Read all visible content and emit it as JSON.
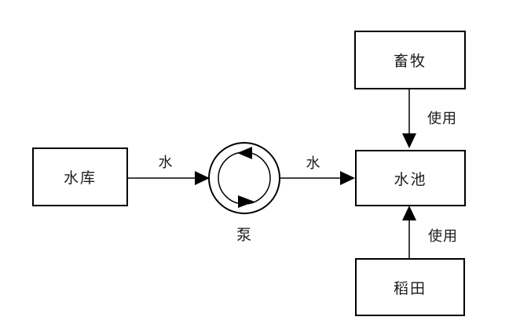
{
  "diagram": {
    "title": "water-supply-flow-diagram",
    "nodes": {
      "reservoir": {
        "label": "水库",
        "shape": "rectangle"
      },
      "pump": {
        "label": "泵",
        "shape": "double-circle-pump-symbol"
      },
      "pool": {
        "label": "水池",
        "shape": "rectangle"
      },
      "livestock": {
        "label": "畜牧",
        "shape": "rectangle"
      },
      "paddy": {
        "label": "稻田",
        "shape": "rectangle"
      }
    },
    "edges": {
      "reservoir_to_pump": {
        "label": "水",
        "from": "reservoir",
        "to": "pump",
        "direction": "right"
      },
      "pump_to_pool": {
        "label": "水",
        "from": "pump",
        "to": "pool",
        "direction": "right"
      },
      "livestock_to_pool": {
        "label": "使用",
        "from": "livestock",
        "to": "pool",
        "direction": "down"
      },
      "paddy_to_pool": {
        "label": "使用",
        "from": "paddy",
        "to": "pool",
        "direction": "up"
      }
    },
    "colors": {
      "background": "#ffffff",
      "line": "#000000",
      "text": "#1a1a1a"
    }
  }
}
